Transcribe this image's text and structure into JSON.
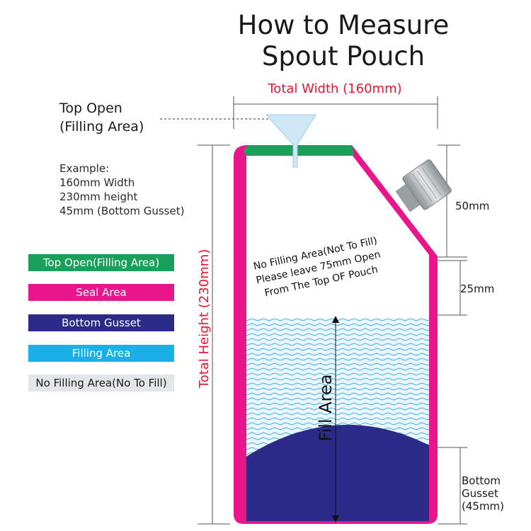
{
  "title": {
    "line1": "How to Measure",
    "line2": "Spout Pouch"
  },
  "dimensions": {
    "total_width": "Total Width (160mm)",
    "total_height": "Total Height (230mm)",
    "spout_offset": "50mm",
    "no_fill_offset": "25mm",
    "bottom_gusset": [
      "Bottom",
      "Gusset",
      "(45mm)"
    ]
  },
  "top_open_label": [
    "Top Open",
    "(Filling Area)"
  ],
  "example": [
    "Example:",
    "160mm Width",
    "230mm height",
    "45mm (Bottom Gusset)"
  ],
  "legend": [
    {
      "label": "Top Open(Filling Area)",
      "color": "#1aa05a",
      "text_color": "#ffffff"
    },
    {
      "label": "Seal Area",
      "color": "#e8168a",
      "text_color": "#ffffff"
    },
    {
      "label": "Bottom Gusset",
      "color": "#2b2a88",
      "text_color": "#ffffff"
    },
    {
      "label": "Filling Area",
      "color": "#19b0e8",
      "text_color": "#ffffff"
    },
    {
      "label": "No Filling Area(No To Fill)",
      "color": "#e3e6e6",
      "text_color": "#1a1a1a"
    }
  ],
  "pouch_note": [
    "No Filling Area(Not To Fill)",
    "Please leave 75mm Open",
    "From The Top OF Pouch"
  ],
  "fill_area_label": "Fill Area"
}
